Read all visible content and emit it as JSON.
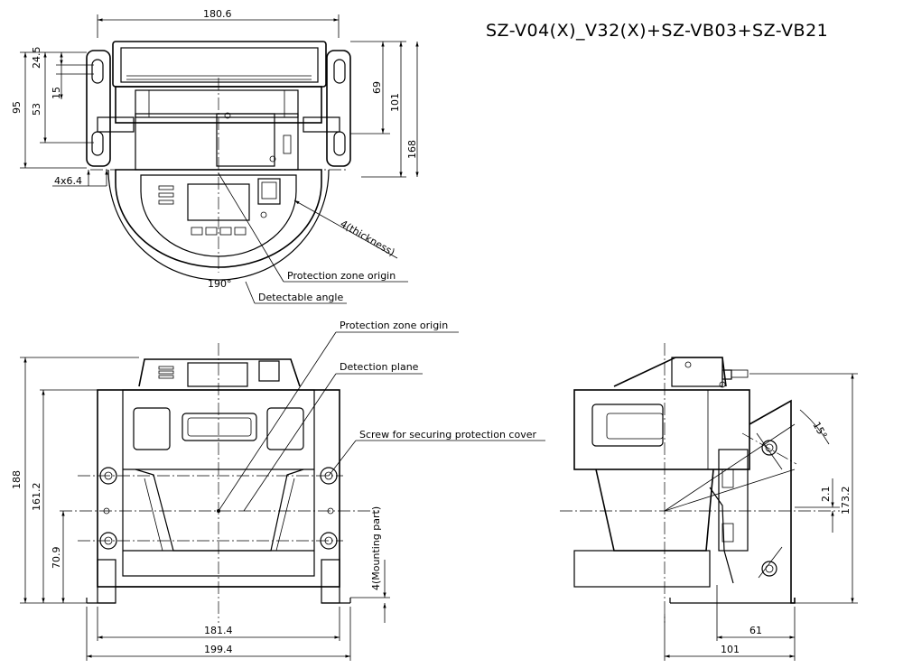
{
  "drawing": {
    "title": "SZ-V04(X)_V32(X)+SZ-VB03+SZ-VB21",
    "top_view": {
      "dims": {
        "width": "180.6",
        "h24": "24.5",
        "h15": "15",
        "h53": "53",
        "h95": "95",
        "h69": "69",
        "h101": "101",
        "h168": "168",
        "holes": "4x6.4",
        "thickness": "4(thickness)",
        "angle": "190°"
      },
      "labels": {
        "origin": "Protection zone origin",
        "detectable": "Detectable angle"
      }
    },
    "front_view": {
      "dims": {
        "h188": "188",
        "h161": "161.2",
        "h70": "70.9",
        "mount": "4(Mounting part)",
        "w181": "181.4",
        "w199": "199.4"
      },
      "labels": {
        "origin": "Protection zone origin",
        "plane": "Detection plane",
        "screw": "Screw for securing protection cover"
      }
    },
    "side_view": {
      "dims": {
        "angle": "15°",
        "h21": "2.1",
        "h173": "173.2",
        "w61": "61",
        "w101": "101"
      }
    }
  }
}
